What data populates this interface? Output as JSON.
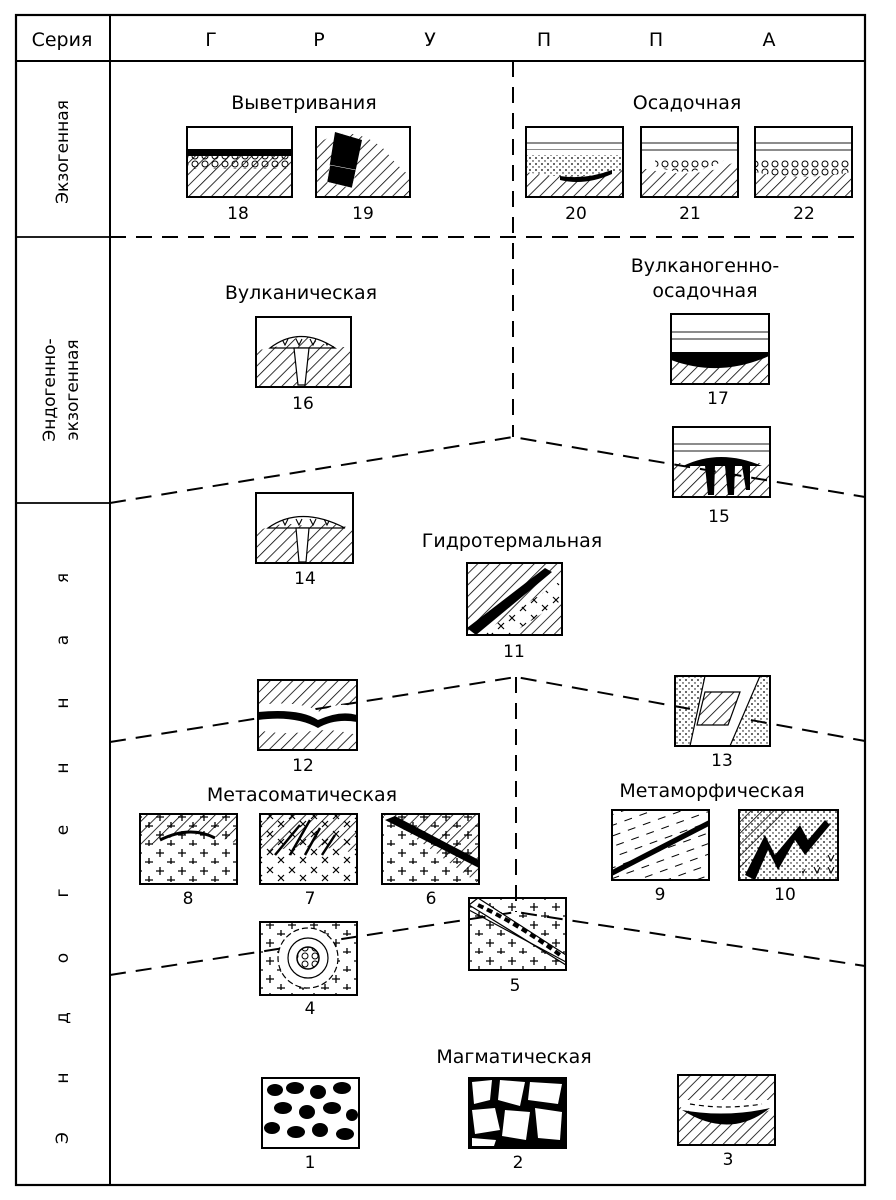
{
  "header": {
    "series_label": "Серия",
    "group_letters": [
      "Г",
      "Р",
      "У",
      "П",
      "П",
      "А"
    ]
  },
  "series": {
    "exogenous": "Экзогенная",
    "endo_exo_line1": "Эндогенно-",
    "endo_exo_line2": "экзогенная",
    "endogenous_letters": [
      "Э",
      "н",
      "д",
      "о",
      "г",
      "е",
      "н",
      "н",
      "а",
      "я"
    ]
  },
  "groups": {
    "weathering": "Выветривания",
    "sedimentary": "Осадочная",
    "volcanic": "Вулканическая",
    "volcano_sedimentary_line1": "Вулканогенно-",
    "volcano_sedimentary_line2": "осадочная",
    "hydrothermal": "Гидротермальная",
    "metasomatic": "Метасоматическая",
    "metamorphic": "Метаморфическая",
    "magmatic": "Магматическая"
  },
  "deposit_types": [
    {
      "id": "18",
      "label": "18"
    },
    {
      "id": "19",
      "label": "19"
    },
    {
      "id": "20",
      "label": "20"
    },
    {
      "id": "21",
      "label": "21"
    },
    {
      "id": "22",
      "label": "22"
    },
    {
      "id": "16",
      "label": "16"
    },
    {
      "id": "17",
      "label": "17"
    },
    {
      "id": "15",
      "label": "15"
    },
    {
      "id": "14",
      "label": "14"
    },
    {
      "id": "11",
      "label": "11"
    },
    {
      "id": "12",
      "label": "12"
    },
    {
      "id": "13",
      "label": "13"
    },
    {
      "id": "8",
      "label": "8"
    },
    {
      "id": "7",
      "label": "7"
    },
    {
      "id": "6",
      "label": "6"
    },
    {
      "id": "9",
      "label": "9"
    },
    {
      "id": "10",
      "label": "10"
    },
    {
      "id": "4",
      "label": "4"
    },
    {
      "id": "5",
      "label": "5"
    },
    {
      "id": "1",
      "label": "1"
    },
    {
      "id": "2",
      "label": "2"
    },
    {
      "id": "3",
      "label": "3"
    }
  ]
}
